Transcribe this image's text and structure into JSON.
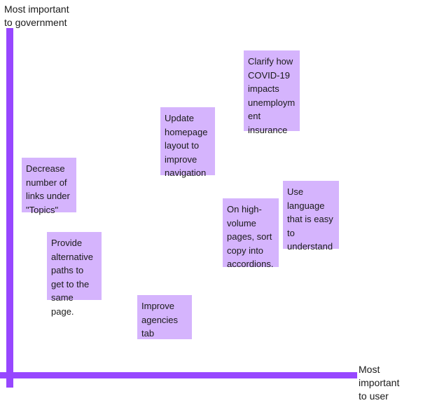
{
  "axes": {
    "y_label": "Most important\nto government",
    "x_label": "Most important\nto user",
    "color": "#9747ff"
  },
  "note_color": "#d5b4fd",
  "notes": [
    {
      "text": "Clarify how COVID-19 impacts unemployment insurance"
    },
    {
      "text": "Update homepage layout to improve navigation"
    },
    {
      "text": "Decrease number of links under \"Topics\""
    },
    {
      "text": "Use language that is easy to understand"
    },
    {
      "text": "On high-volume pages, sort copy into accordions."
    },
    {
      "text": "Provide alternative paths to get to the same page."
    },
    {
      "text": "Improve agencies tab"
    }
  ]
}
